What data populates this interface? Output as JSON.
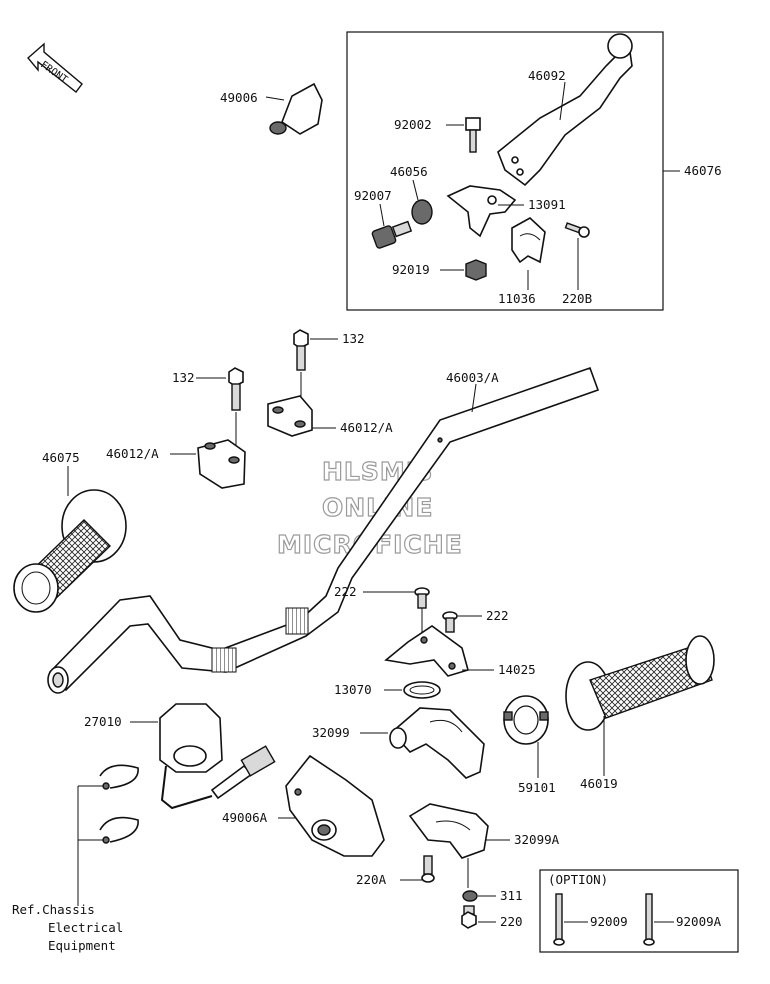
{
  "front_badge": "FRONT",
  "watermark": [
    "HLSM'S",
    "ONLINE",
    "MICROFICHE"
  ],
  "labels": {
    "p49006": "49006",
    "p46092": "46092",
    "p92002": "92002",
    "p46056": "46056",
    "p46076": "46076",
    "p92007": "92007",
    "p13091": "13091",
    "p92019": "92019",
    "p11036": "11036",
    "p220B": "220B",
    "p132a": "132",
    "p132b": "132",
    "p46003A": "46003/A",
    "p46012A_l": "46012/A",
    "p46012A_r": "46012/A",
    "p46075": "46075",
    "p222a": "222",
    "p222b": "222",
    "p14025": "14025",
    "p13070": "13070",
    "p27010": "27010",
    "p32099": "32099",
    "p46019": "46019",
    "p59101": "59101",
    "p49006A": "49006A",
    "p32099A": "32099A",
    "p220A": "220A",
    "p311": "311",
    "p220": "220",
    "p92009": "92009",
    "p92009A": "92009A"
  },
  "option_label": "(OPTION)",
  "ref_lines": [
    "Ref.Chassis",
    "Electrical",
    "Equipment"
  ]
}
